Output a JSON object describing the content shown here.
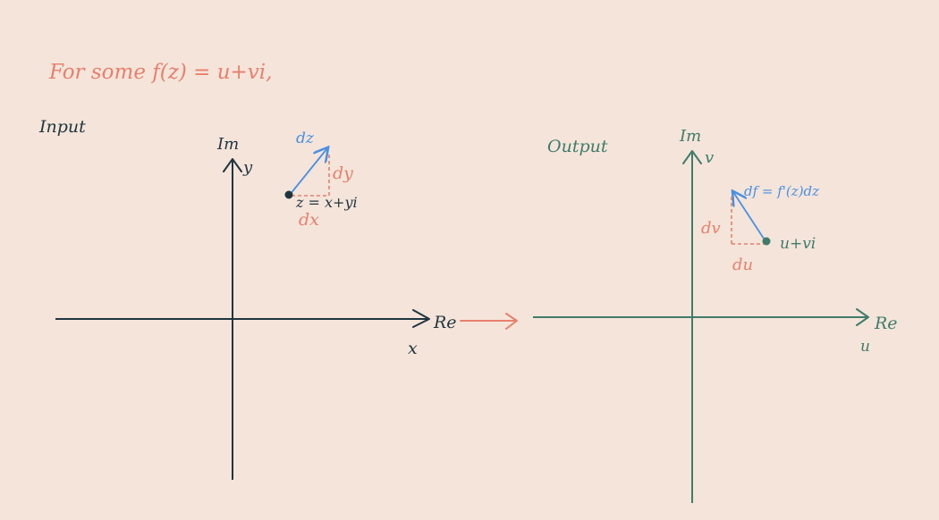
{
  "colors": {
    "background": "#F4E4D9",
    "input_ink": "#1F3540",
    "output_ink": "#3F7C6C",
    "highlight": "#E7806D",
    "vector": "#4A90E2"
  },
  "header": {
    "text": "For some f(z) = u+vi,"
  },
  "input_panel": {
    "title": "Input",
    "imag_axis_label": "Im",
    "imag_axis_var": "y",
    "real_axis_label": "Re",
    "real_axis_var": "x",
    "vector_label": "dz",
    "point_label": "z = x+yi",
    "dx_label": "dx",
    "dy_label": "dy"
  },
  "output_panel": {
    "title": "Output",
    "imag_axis_label": "Im",
    "imag_axis_var": "v",
    "real_axis_label": "Re",
    "real_axis_var": "u",
    "vector_label": "df = f'(z)dz",
    "point_label": "u+vi",
    "du_label": "du",
    "dv_label": "dv"
  }
}
